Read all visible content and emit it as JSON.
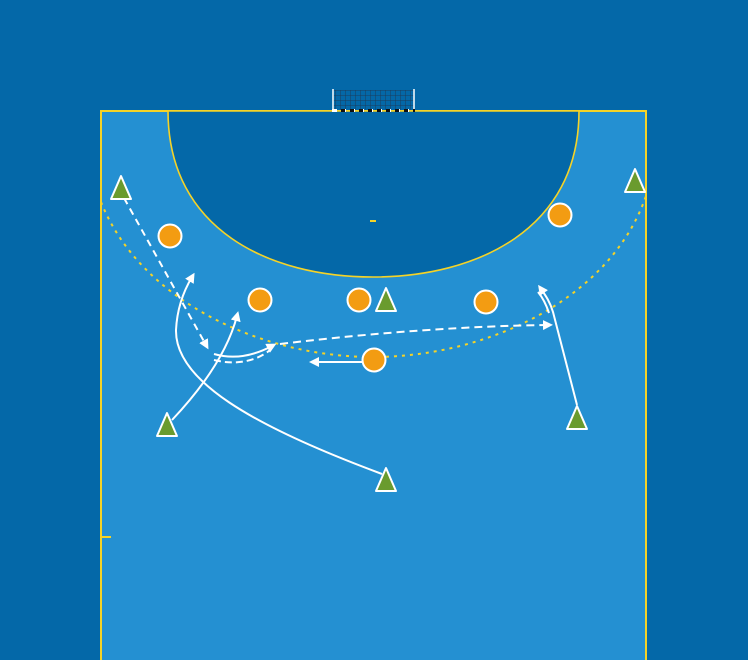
{
  "diagram": {
    "type": "handball-tactics-board",
    "colors": {
      "background": "#0468a8",
      "court": "#2490d2",
      "goal_area": "#0468a8",
      "lines": "#f5d327",
      "defender": "#f39c12",
      "attacker": "#6a9b2e",
      "movement": "#ffffff"
    },
    "defenders_count": 6,
    "attackers_count": 6
  }
}
